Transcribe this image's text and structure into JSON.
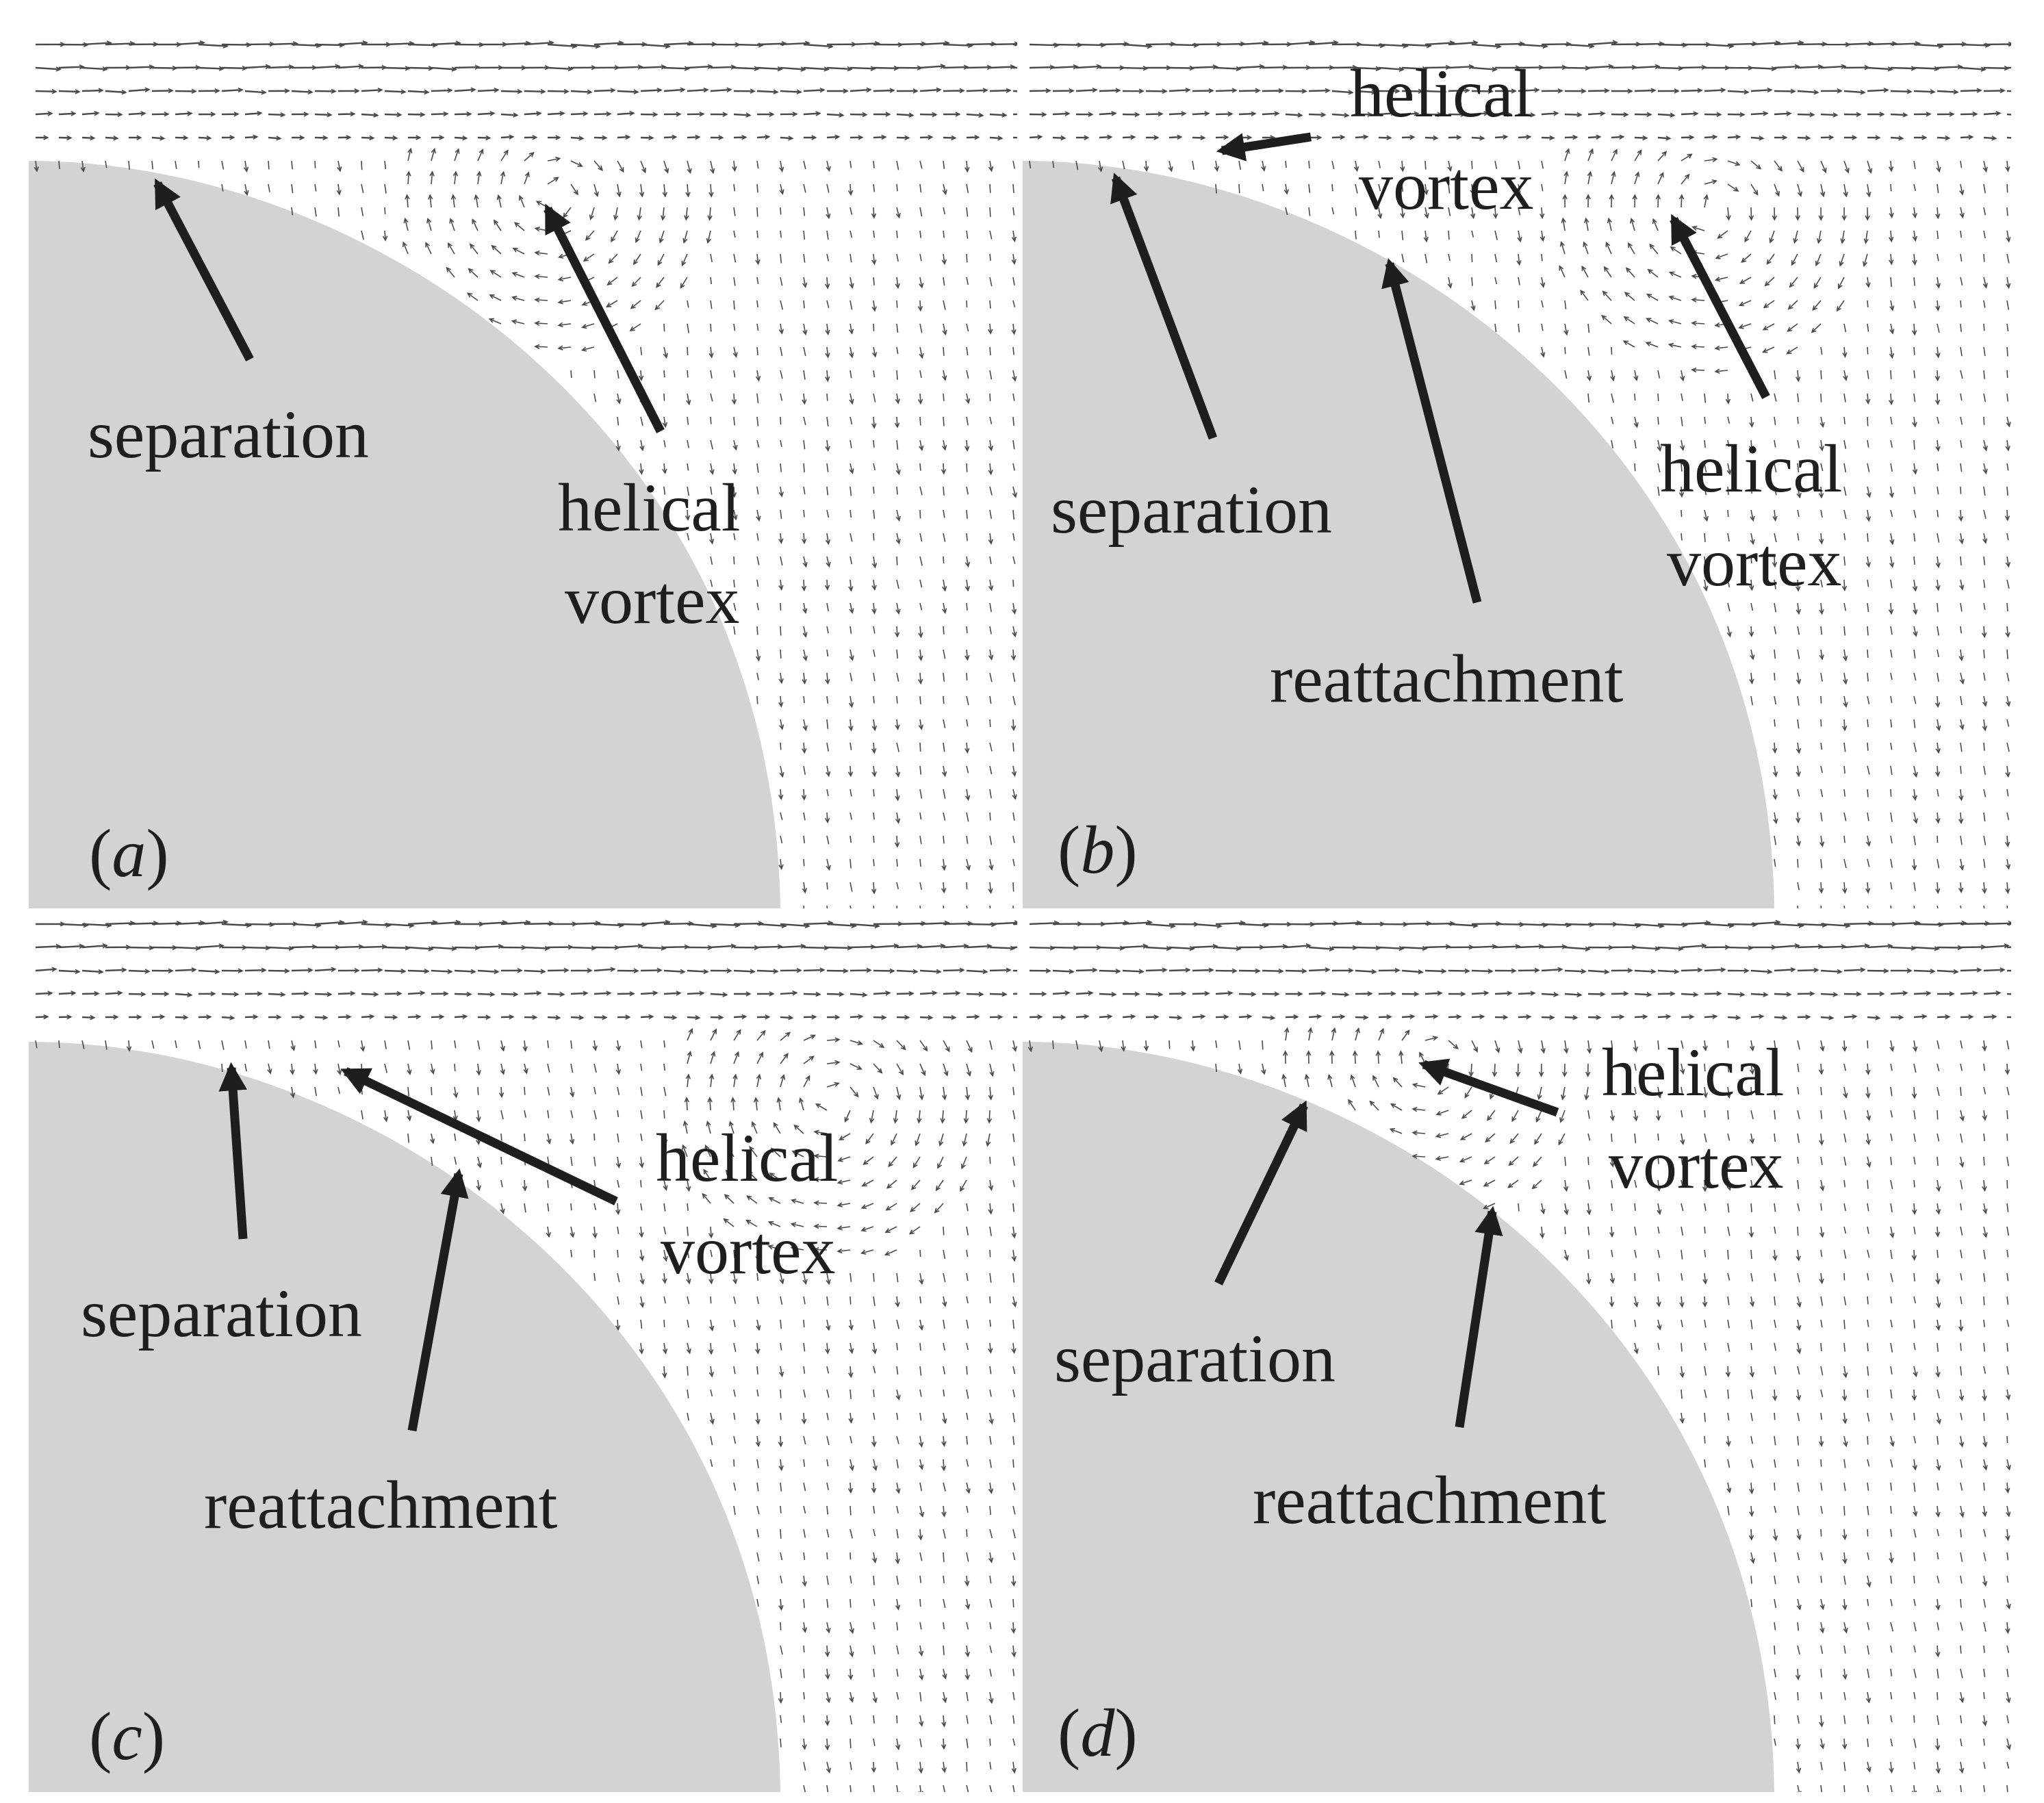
{
  "figure": {
    "panels": [
      {
        "id": "a",
        "panel_label": "a",
        "annotations": [
          {
            "type": "separation",
            "lines": [
              "separation"
            ]
          },
          {
            "type": "helical-vortex",
            "lines": [
              "helical",
              "vortex"
            ]
          }
        ]
      },
      {
        "id": "b",
        "panel_label": "b",
        "annotations": [
          {
            "type": "helical-vortex-upper",
            "lines": [
              "helical",
              "vortex"
            ]
          },
          {
            "type": "separation",
            "lines": [
              "separation"
            ]
          },
          {
            "type": "reattachment",
            "lines": [
              "reattachment"
            ]
          },
          {
            "type": "helical-vortex",
            "lines": [
              "helical",
              "vortex"
            ]
          }
        ]
      },
      {
        "id": "c",
        "panel_label": "c",
        "annotations": [
          {
            "type": "separation",
            "lines": [
              "separation"
            ]
          },
          {
            "type": "reattachment",
            "lines": [
              "reattachment"
            ]
          },
          {
            "type": "helical-vortex",
            "lines": [
              "helical",
              "vortex"
            ]
          }
        ]
      },
      {
        "id": "d",
        "panel_label": "d",
        "annotations": [
          {
            "type": "separation",
            "lines": [
              "separation"
            ]
          },
          {
            "type": "reattachment",
            "lines": [
              "reattachment"
            ]
          },
          {
            "type": "helical-vortex",
            "lines": [
              "helical",
              "vortex"
            ]
          }
        ]
      }
    ],
    "colors": {
      "body": "#d3d3d3",
      "background": "#ffffff",
      "vectors": "#4a4a4a",
      "annotation": "#1e1e1e"
    }
  }
}
